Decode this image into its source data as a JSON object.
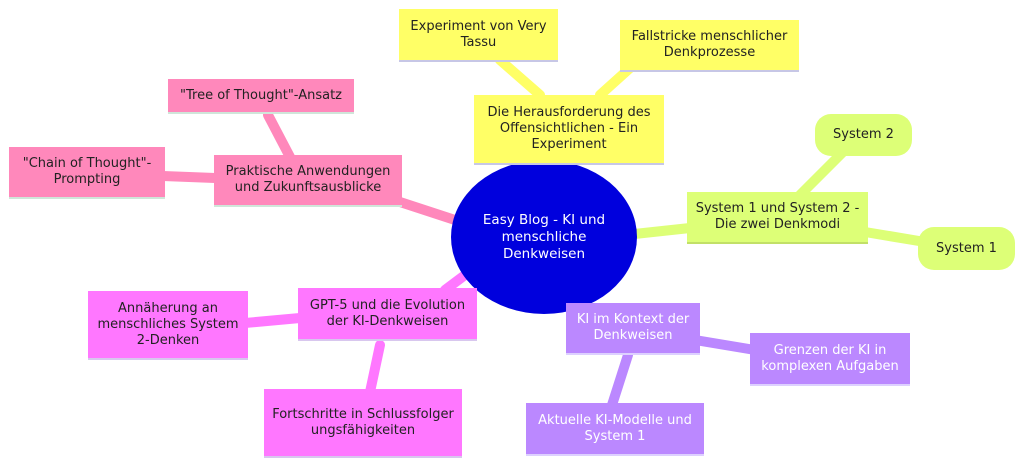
{
  "center": {
    "label": "Easy Blog - KI und menschliche Denkweisen"
  },
  "branches": {
    "herausforderung": {
      "label": "Die Herausforderung des Offensichtlichen - Ein Experiment",
      "children": [
        "Experiment von Very Tassu",
        "Fallstricke menschlicher Denkprozesse"
      ]
    },
    "system": {
      "label": "System 1 und System 2 - Die zwei Denkmodi",
      "children": [
        "System 2",
        "System 1"
      ]
    },
    "ki_kontext": {
      "label": "KI im Kontext der Denkweisen",
      "children": [
        "Grenzen der KI in komplexen Aufgaben",
        "Aktuelle KI-Modelle und System 1"
      ]
    },
    "gpt5": {
      "label": "GPT-5 und die Evolution der KI-Denkweisen",
      "children": [
        "Annäherung an menschliches System 2-Denken",
        "Fortschritte in Schlussfolgerungsfähigkeiten"
      ]
    },
    "praktisch": {
      "label": "Praktische Anwendungen und Zukunftsausblicke",
      "children": [
        "\"Tree of Thought\"-Ansatz",
        "\"Chain of Thought\"-Prompting"
      ]
    }
  },
  "colors": {
    "center": "#0000dd",
    "herausforderung": "#ffff66",
    "system": "#ddff77",
    "ki_kontext": "#bb88ff",
    "gpt5": "#ff77ff",
    "praktisch": "#ff88bb"
  }
}
